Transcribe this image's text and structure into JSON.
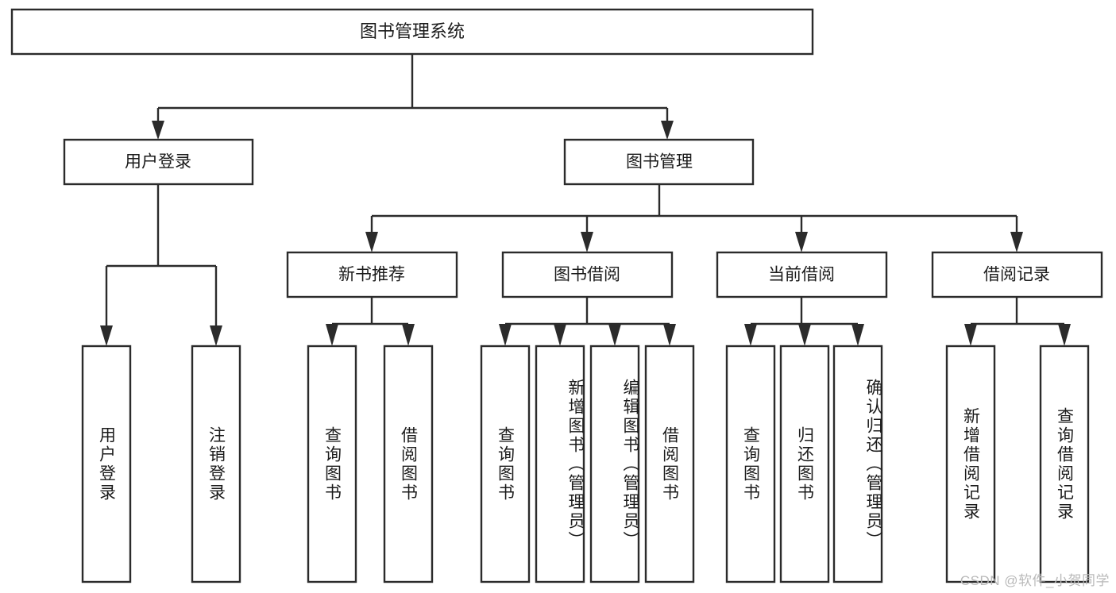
{
  "diagram": {
    "kind": "tree-hierarchy-chart",
    "title": "图书管理系统",
    "root": {
      "id": "root",
      "label": "图书管理系统"
    },
    "level2": [
      {
        "id": "user-login",
        "label": "用户登录"
      },
      {
        "id": "book-manage",
        "label": "图书管理"
      }
    ],
    "level3": [
      {
        "id": "new-book-recommend",
        "label": "新书推荐",
        "parent": "book-manage"
      },
      {
        "id": "book-borrow",
        "label": "图书借阅",
        "parent": "book-manage"
      },
      {
        "id": "current-borrow",
        "label": "当前借阅",
        "parent": "book-manage"
      },
      {
        "id": "borrow-record",
        "label": "借阅记录",
        "parent": "book-manage"
      }
    ],
    "leaves": [
      {
        "id": "leaf-user-login",
        "label": "用户登录",
        "parent": "user-login"
      },
      {
        "id": "leaf-logout-login",
        "label": "注销登录",
        "parent": "user-login"
      },
      {
        "id": "leaf-query-book-1",
        "label": "查询图书",
        "parent": "new-book-recommend"
      },
      {
        "id": "leaf-borrow-book-1",
        "label": "借阅图书",
        "parent": "new-book-recommend"
      },
      {
        "id": "leaf-query-book-2",
        "label": "查询图书",
        "parent": "book-borrow"
      },
      {
        "id": "leaf-add-book",
        "label": "新增图书（管理员）",
        "parent": "book-borrow"
      },
      {
        "id": "leaf-edit-book",
        "label": "编辑图书（管理员）",
        "parent": "book-borrow"
      },
      {
        "id": "leaf-borrow-book-2",
        "label": "借阅图书",
        "parent": "book-borrow"
      },
      {
        "id": "leaf-query-book-3",
        "label": "查询图书",
        "parent": "current-borrow"
      },
      {
        "id": "leaf-return-book",
        "label": "归还图书",
        "parent": "current-borrow"
      },
      {
        "id": "leaf-confirm-return",
        "label": "确认归还（管理员）",
        "parent": "current-borrow"
      },
      {
        "id": "leaf-add-record",
        "label": "新增借阅记录",
        "parent": "borrow-record"
      },
      {
        "id": "leaf-query-record",
        "label": "查询借阅记录",
        "parent": "borrow-record"
      }
    ],
    "watermark": "CSDN @软件_小贺同学",
    "colors": {
      "stroke": "#2b2b2b",
      "fill": "#ffffff",
      "text": "#1b1b1b",
      "watermark": "#b9b9b9",
      "background": "#ffffff"
    }
  }
}
